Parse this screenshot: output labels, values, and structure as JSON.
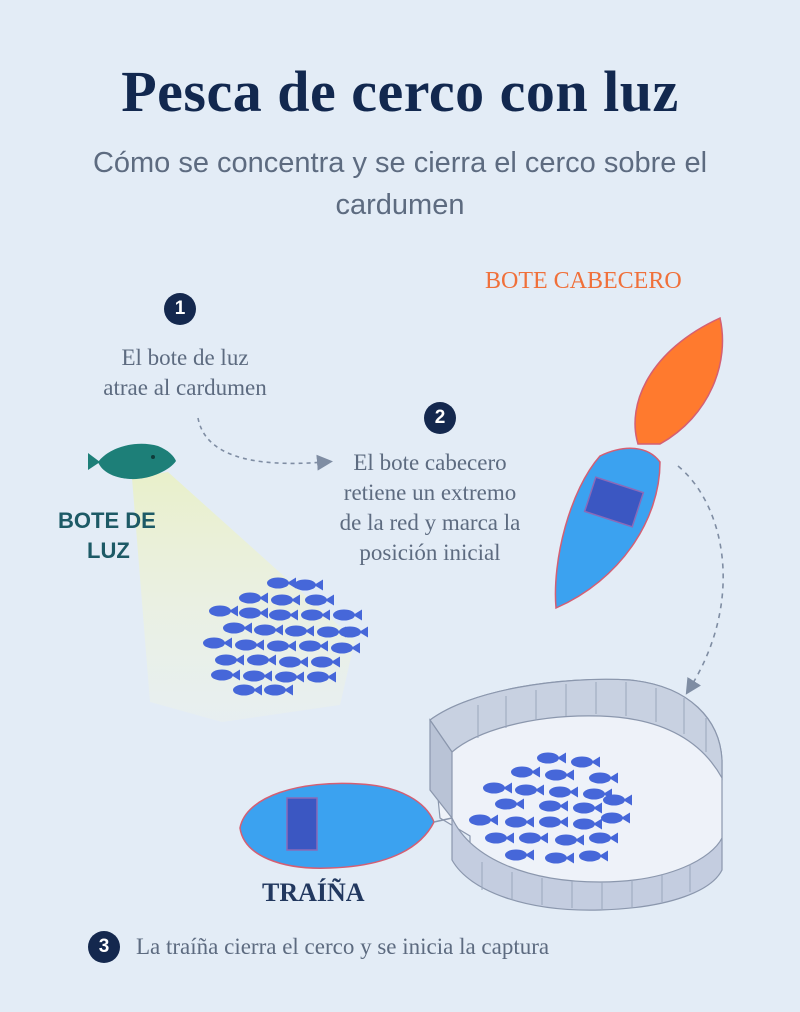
{
  "title": "Pesca de cerco con luz",
  "subtitle": "Cómo se concentra y se cierra el cerco sobre el cardumen",
  "steps": [
    {
      "number": "1",
      "text_line1": "El bote de luz",
      "text_line2": "atrae al cardumen"
    },
    {
      "number": "2",
      "text_line1": "El bote cabecero",
      "text_line2": "retiene un extremo",
      "text_line3": "de la red y marca la",
      "text_line4": "posición inicial"
    },
    {
      "number": "3",
      "text": "La traíña cierra el cerco y se inicia la captura"
    }
  ],
  "boats": {
    "light_boat_line1": "BOTE DE",
    "light_boat_line2": "LUZ",
    "head_boat": "BOTE CABECERO",
    "seiner": "TRAÍÑA"
  },
  "colors": {
    "title": "#12284f",
    "light_boat": "#1d7f78",
    "head_boat_bow": "#ff7a2e",
    "head_boat_hull": "#3ba2f0",
    "seiner_hull": "#3ba2f0",
    "fish": "#4667d9",
    "head_boat_label": "#f0703a",
    "badge": "#14284e"
  }
}
